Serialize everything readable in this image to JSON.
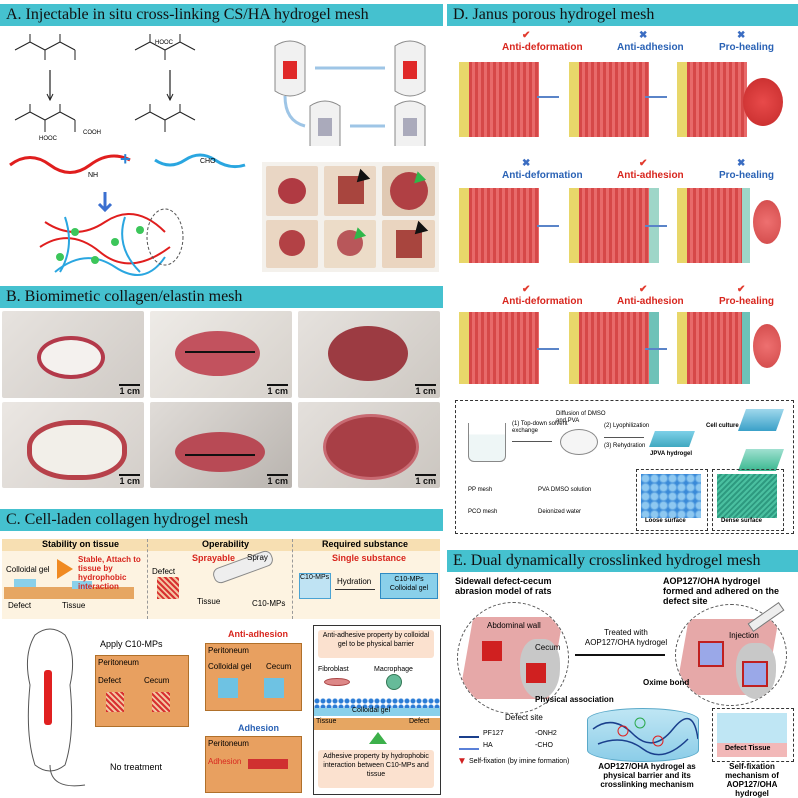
{
  "panels": {
    "A": {
      "title": "A. Injectable in situ cross-linking CS/HA hydrogel mesh",
      "nh2": "NH",
      "cho": "CHO",
      "plus": "+"
    },
    "B": {
      "title": "B. Biomimetic collagen/elastin mesh",
      "scale": "1 cm"
    },
    "C": {
      "title": "C. Cell-laden collagen hydrogel mesh",
      "col1_head": "Stability on tissue",
      "col2_head": "Operability",
      "col3_head": "Required substance",
      "col1_text": "Stable, Attach to tissue by hydrophobic interaction",
      "colloidal_gel": "Colloidal gel",
      "defect": "Defect",
      "tissue": "Tissue",
      "sprayable": "Sprayable",
      "spray": "Spray",
      "c10": "C10-MPs",
      "single": "Single substance",
      "hydration": "Hydration",
      "c10_gel": "C10-MPs Colloidal gel",
      "apply": "Apply C10-MPs",
      "no_treatment": "No treatment",
      "anti_adhesion": "Anti-adhesion",
      "adhesion": "Adhesion",
      "peritoneum": "Peritoneum",
      "cecum": "Cecum",
      "fibroblast": "Fibroblast",
      "macrophage": "Macrophage",
      "anti_text": "Anti-adhesive property by colloidal gel to be physical barrier",
      "adh_text": "Adhesive property by hydrophobic interaction between C10-MPs and tissue"
    },
    "D": {
      "title": "D. Janus porous hydrogel  mesh",
      "anti_deformation": "Anti-deformation",
      "anti_adhesion": "Anti-adhesion",
      "pro_healing": "Pro-healing",
      "step1": "(1) Top-down solvent exchange",
      "diffusion": "Diffusion of DMSO and PVA",
      "step2": "(2) Lyophilization",
      "step3": "(3) Rehydration",
      "jpva": "JPVA hydrogel",
      "cell_culture": "Cell culture",
      "pp_mesh": "PP mesh",
      "pva_dmso": "PVA DMSO solution",
      "pco_mesh": "PCO mesh",
      "deionized": "Deionized water",
      "loose": "Loose surface",
      "dense": "Dense surface"
    },
    "E": {
      "title": "E. Dual dynamically crosslinked hydrogel mesh",
      "model": "Sidewall defect-cecum abrasion model of rats",
      "formed": "AOP127/OHA hydrogel formed and adhered on the defect site",
      "treated": "Treated with AOP127/OHA hydrogel",
      "abdominal": "Abdominal wall",
      "cecum": "Cecum",
      "defect_site": "Defect site",
      "injection": "Injection",
      "oxime": "Oxime bond",
      "physical": "Physical association",
      "pf127": "PF127",
      "ha": "HA",
      "onh2": "-ONH2",
      "cho": "-CHO",
      "self_fix": "Self-fixation (by imine formation)",
      "barrier": "AOP127/OHA hydrogel as physical barrier and its crosslinking mechanism",
      "defect_tissue": "Defect Tissue",
      "mechanism": "Self-fixation mechanism of AOP127/OHA hydrogel"
    }
  },
  "colors": {
    "header": "#45c1cf",
    "red": "#d8261e",
    "blue": "#2a62b5",
    "tissue": "#c23a3a"
  }
}
